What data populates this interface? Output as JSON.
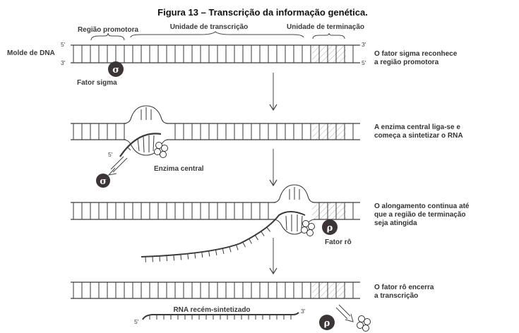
{
  "title": "Figura 13 – Transcrição da informação genética.",
  "labels": {
    "promoter_region": "Região promotora",
    "transcription_unit": "Unidade de transcrição",
    "termination_unit": "Unidade de terminação",
    "dna_template": "Molde de DNA",
    "sigma_factor": "Fator sigma",
    "core_enzyme": "Enzima central",
    "rho_factor": "Fator rô",
    "new_rna": "RNA recém-sintetizado"
  },
  "ends": {
    "five_prime": "5'",
    "three_prime": "3'"
  },
  "symbols": {
    "sigma": "σ",
    "rho": "ρ"
  },
  "steps": [
    {
      "id": "step-1",
      "lines": [
        "O fator sigma reconhece",
        "a região promotora"
      ]
    },
    {
      "id": "step-2",
      "lines": [
        "A enzima central liga-se e",
        "começa a sintetizar o RNA"
      ]
    },
    {
      "id": "step-3",
      "lines": [
        "O alongamento continua  até",
        "que a região de terminação",
        "seja atingida"
      ]
    },
    {
      "id": "step-4",
      "lines": [
        "O fator rô encerra",
        "a transcrição"
      ]
    }
  ],
  "colors": {
    "line": "#3a3a3a",
    "factor_fill": "#3d3535",
    "hatch": "#8a8a8a"
  }
}
